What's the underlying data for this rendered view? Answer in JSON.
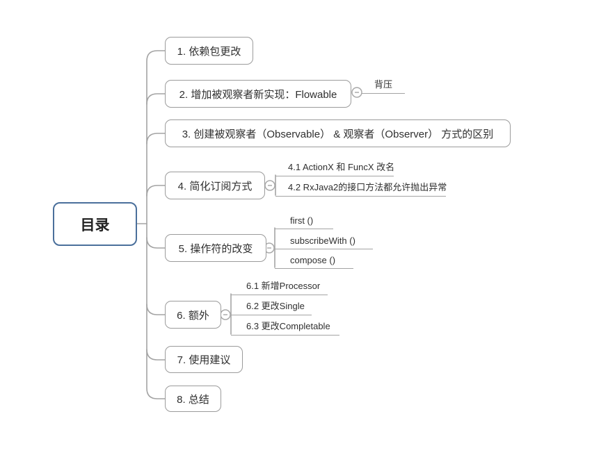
{
  "diagram": {
    "root": {
      "label": "目录"
    },
    "branches": [
      {
        "label": "1. 依赖包更改"
      },
      {
        "label": "2. 增加被观察者新实现：Flowable",
        "children": [
          {
            "label": "背压"
          }
        ]
      },
      {
        "label": "3. 创建被观察者（Observable） & 观察者（Observer） 方式的区别"
      },
      {
        "label": "4. 简化订阅方式",
        "children": [
          {
            "label": "4.1 ActionX 和 FuncX 改名"
          },
          {
            "label": "4.2 RxJava2的接口方法都允许抛出异常"
          }
        ]
      },
      {
        "label": "5. 操作符的改变",
        "children": [
          {
            "label": "first ()"
          },
          {
            "label": "subscribeWith ()"
          },
          {
            "label": "compose ()"
          }
        ]
      },
      {
        "label": "6. 额外",
        "children": [
          {
            "label": "6.1 新增Processor"
          },
          {
            "label": "6.2 更改Single"
          },
          {
            "label": "6.3 更改Completable"
          }
        ]
      },
      {
        "label": "7. 使用建议"
      },
      {
        "label": "8. 总结"
      }
    ],
    "colors": {
      "background": "#ffffff",
      "root_border": "#4a6f9b",
      "topic_border": "#9b9b9b",
      "connector": "#a3a3a3",
      "text": "#2f2f2f"
    }
  }
}
